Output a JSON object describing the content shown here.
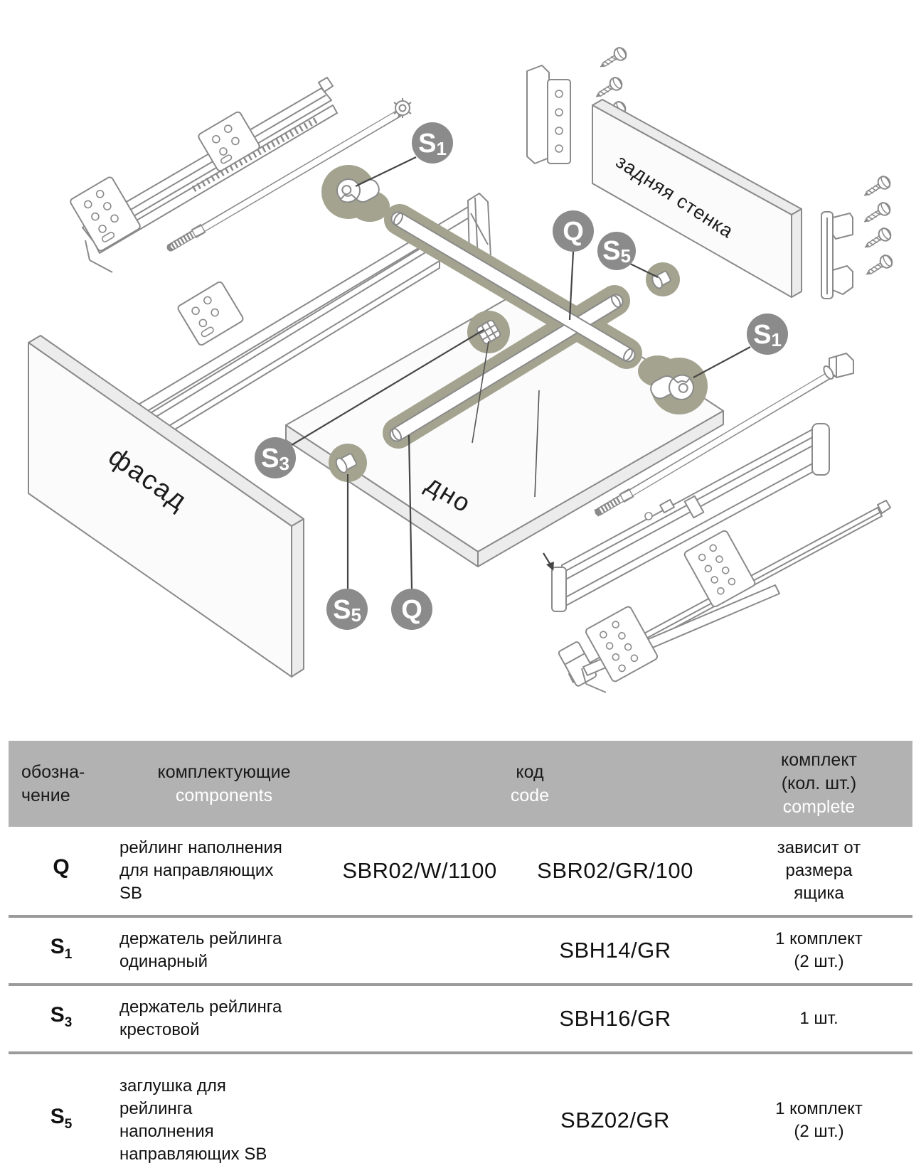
{
  "diagram": {
    "panels": {
      "back_wall": "задняя стенка",
      "facade": "фасад",
      "bottom_panel": "дно"
    },
    "callouts": {
      "s1_top": {
        "letter": "S",
        "digit": "1"
      },
      "q_top": {
        "letter": "Q",
        "digit": ""
      },
      "s5_top": {
        "letter": "S",
        "digit": "5"
      },
      "s1_right": {
        "letter": "S",
        "digit": "1"
      },
      "s3": {
        "letter": "S",
        "digit": "3"
      },
      "s5_bottom": {
        "letter": "S",
        "digit": "5"
      },
      "q_bottom": {
        "letter": "Q",
        "digit": ""
      }
    },
    "colors": {
      "highlight_olive": "#a3a38f",
      "callout_gray": "#8b8b8b",
      "line_gray": "#8a8a8a"
    }
  },
  "table": {
    "header": {
      "designation": "обозна-\nчение",
      "components_ru": "комплектующие",
      "components_en": "components",
      "code_ru": "код",
      "code_en": "code",
      "complete_ru": "комплект\n(кол. шт.)",
      "complete_en": "complete"
    },
    "rows": [
      {
        "designation": {
          "letter": "Q",
          "sub": ""
        },
        "components": "рейлинг наполнения\nдля направляющих\nSB",
        "codes": [
          "SBR02/W/1100",
          "SBR02/GR/100"
        ],
        "complete": "зависит от\nразмера\nящика"
      },
      {
        "designation": {
          "letter": "S",
          "sub": "1"
        },
        "components": "держатель рейлинга\nодинарный",
        "codes": [
          "SBH14/GR"
        ],
        "complete": "1 комплект\n(2 шт.)"
      },
      {
        "designation": {
          "letter": "S",
          "sub": "3"
        },
        "components": "держатель рейлинга\nкрестовой",
        "codes": [
          "SBH16/GR"
        ],
        "complete": "1 шт."
      },
      {
        "designation": {
          "letter": "S",
          "sub": "5"
        },
        "components": "заглушка для\nрейлинга\nнаполнения\nнаправляющих SB",
        "codes": [
          "SBZ02/GR"
        ],
        "complete": "1 комплект\n(2 шт.)"
      }
    ]
  }
}
